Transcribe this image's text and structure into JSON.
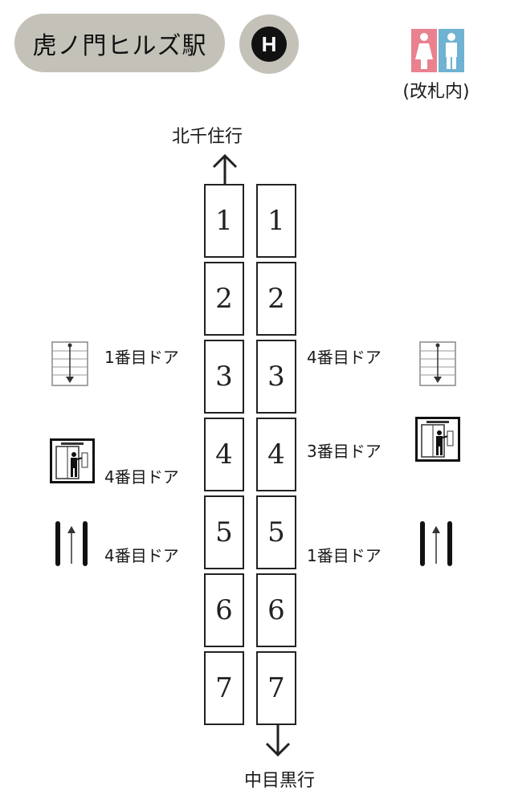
{
  "station": {
    "name": "虎ノ門ヒルズ駅",
    "line_badge": "H"
  },
  "restroom": {
    "icon": "restroom-icon",
    "note": "(改札内)",
    "colors": {
      "female": "#e9818f",
      "male": "#6fb2d2"
    }
  },
  "directions": {
    "north": "北千住行",
    "south": "中目黒行"
  },
  "tracks": {
    "left": {
      "cars": [
        "1",
        "2",
        "3",
        "4",
        "5",
        "6",
        "7"
      ]
    },
    "right": {
      "cars": [
        "1",
        "2",
        "3",
        "4",
        "5",
        "6",
        "7"
      ]
    }
  },
  "facilities": {
    "left": [
      {
        "icon": "stairs-down-icon",
        "door": "1番目ドア"
      },
      {
        "icon": "elevator-icon",
        "door": "4番目ドア"
      },
      {
        "icon": "escalator-up-icon",
        "door": "4番目ドア"
      }
    ],
    "right": [
      {
        "icon": "stairs-down-icon",
        "door": "4番目ドア"
      },
      {
        "icon": "elevator-icon",
        "door": "3番目ドア"
      },
      {
        "icon": "escalator-up-icon",
        "door": "1番目ドア"
      }
    ]
  }
}
